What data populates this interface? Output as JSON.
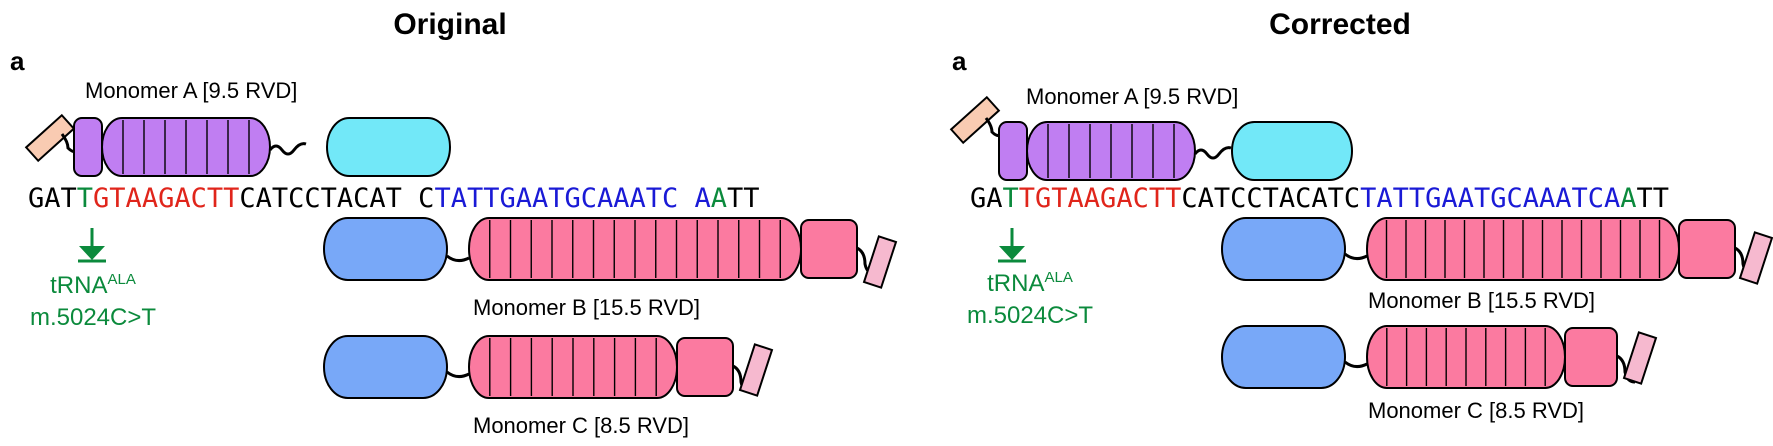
{
  "panels": [
    {
      "title": "Original",
      "letter": "a",
      "monomer_a": "Monomer A [9.5 RVD]",
      "monomer_b": "Monomer B [15.5 RVD]",
      "monomer_c": "Monomer C [8.5 RVD]",
      "sequence": [
        {
          "text": "GAT",
          "color": "black"
        },
        {
          "text": "T",
          "color": "green"
        },
        {
          "text": "GTAAGACTT",
          "color": "red"
        },
        {
          "text": "CATCCTACAT C",
          "color": "black"
        },
        {
          "text": "TATTGAATGCAAATC A",
          "color": "blue"
        },
        {
          "text": "A",
          "color": "green"
        },
        {
          "text": "TT",
          "color": "black"
        }
      ],
      "trna_name": "tRNA",
      "trna_sup": "ALA",
      "mutation": "m.5024C>T"
    },
    {
      "title": "Corrected",
      "letter": "a",
      "monomer_a": "Monomer A [9.5 RVD]",
      "monomer_b": "Monomer B [15.5 RVD]",
      "monomer_c": "Monomer C [8.5 RVD]",
      "sequence": [
        {
          "text": "GA",
          "color": "black"
        },
        {
          "text": "T",
          "color": "green"
        },
        {
          "text": "TGTAAGACTT",
          "color": "red"
        },
        {
          "text": "CATCCTACATC",
          "color": "black"
        },
        {
          "text": "TATTGAATGCAAATCA",
          "color": "blue"
        },
        {
          "text": "A",
          "color": "green"
        },
        {
          "text": "TT",
          "color": "black"
        }
      ],
      "trna_name": "tRNA",
      "trna_sup": "ALA",
      "mutation": "m.5024C>T"
    }
  ],
  "colors": {
    "purple": "#c07ef2",
    "cyan": "#72e8f8",
    "blue_domain": "#78a8f8",
    "pink": "#fb7aa0",
    "light_pink": "#f6b9cf",
    "peach": "#f9cbb2",
    "arrow_green": "#0b8a3c"
  }
}
